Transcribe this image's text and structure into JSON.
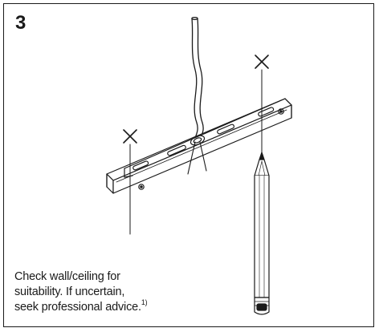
{
  "step": {
    "number": "3"
  },
  "instruction": {
    "line1": "Check wall/ceiling for",
    "line2": "suitability. If uncertain,",
    "line3": "seek professional advice.",
    "footnote_marker": "1)"
  },
  "colors": {
    "line": "#1a1a1a",
    "background": "#ffffff"
  },
  "icons": {
    "mark_left": "cross-mark-icon",
    "mark_right": "cross-mark-icon",
    "tool": "pencil-icon"
  }
}
